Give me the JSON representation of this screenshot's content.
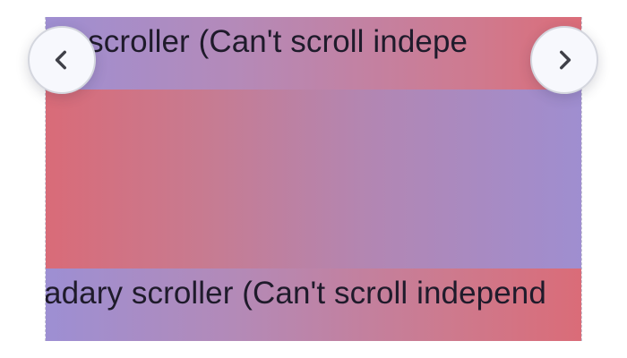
{
  "scroller": {
    "top_text": "Secondary scroller (Can't scroll independently)",
    "top_text_visible": "ry scroller (Can't scroll indepe",
    "bottom_text_visible": "adary scroller (Can't scroll independ"
  },
  "controls": {
    "previous_icon": "chevron-left-icon",
    "next_icon": "chevron-right-icon"
  },
  "colors": {
    "violet": "#9f8fd2",
    "rose": "#db6d79",
    "text": "#1f1b2b",
    "button_background": "#f7f8fd"
  }
}
